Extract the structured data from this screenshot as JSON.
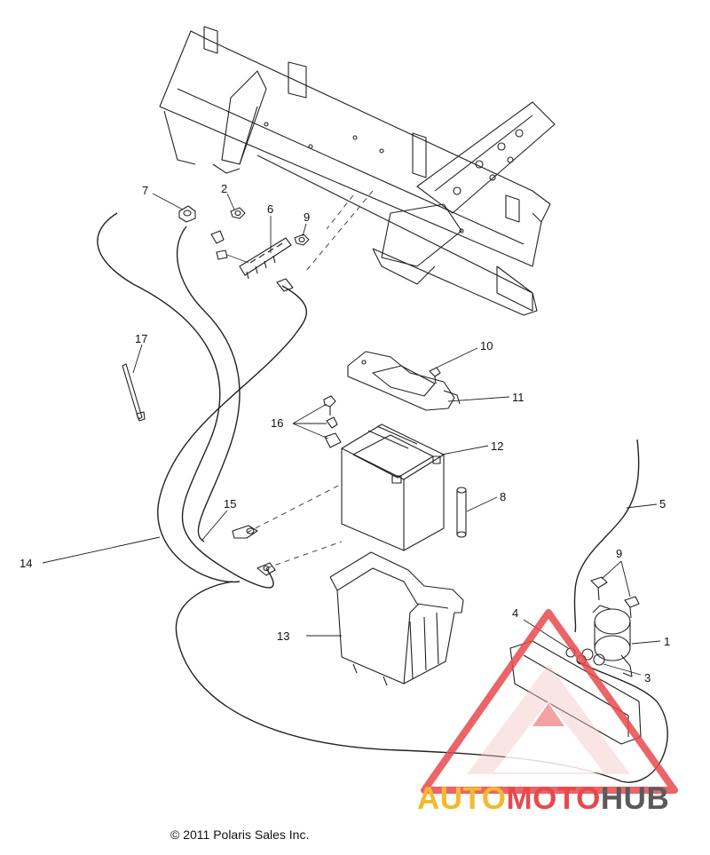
{
  "callouts": {
    "c1": "1",
    "c2": "2",
    "c3": "3",
    "c4": "4",
    "c5": "5",
    "c6": "6",
    "c7": "7",
    "c8": "8",
    "c9a": "9",
    "c9b": "9",
    "c10": "10",
    "c11": "11",
    "c12": "12",
    "c13": "13",
    "c14": "14",
    "c15": "15",
    "c16": "16",
    "c17": "17"
  },
  "copyright": "© 2011 Polaris Sales Inc.",
  "watermark": {
    "part1": "AUTO",
    "part2": "MOTO",
    "part3": "HUB",
    "colors": {
      "auto": "#f5b82e",
      "moto": "#e8494d",
      "hub": "#5a5a5a"
    }
  }
}
